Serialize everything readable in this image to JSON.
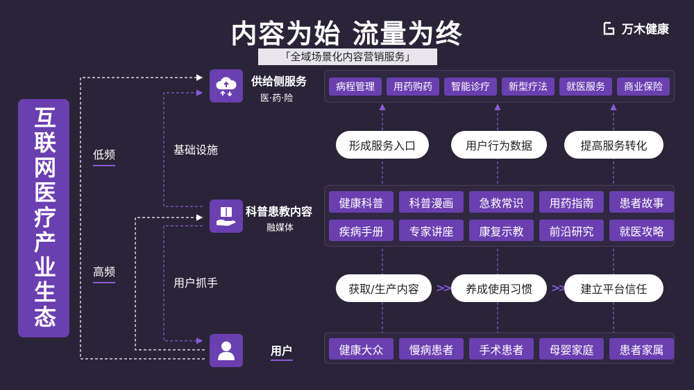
{
  "title": "内容为始  流量为终",
  "subtitle": "「全域场景化内容营销服务」",
  "brand": {
    "name": "万木健康"
  },
  "side_label": "互联网医疗产业生态",
  "freq": {
    "low": "低频",
    "high": "高频"
  },
  "notes": {
    "infra": "基础设施",
    "grab": "用户抓手"
  },
  "nodes": {
    "supply": {
      "label": "供给侧服务",
      "sub": "医·药·险",
      "icon": "cloud-upload-icon"
    },
    "content": {
      "label": "科普患教内容",
      "sub": "融媒体",
      "icon": "book-hand-icon"
    },
    "user": {
      "label": "用户",
      "icon": "user-icon"
    }
  },
  "supply_chips": [
    "病程管理",
    "用药购药",
    "智能诊疗",
    "新型疗法",
    "就医服务",
    "商业保险"
  ],
  "mid_pills": [
    "形成服务入口",
    "用户行为数据",
    "提高服务转化"
  ],
  "content_chips": [
    [
      "健康科普",
      "科普漫画",
      "急救常识",
      "用药指南",
      "患者故事"
    ],
    [
      "疾病手册",
      "专家讲座",
      "康复示教",
      "前沿研究",
      "就医攻略"
    ]
  ],
  "lower_pills": [
    "获取/生产内容",
    "养成使用习惯",
    "建立平台信任"
  ],
  "user_chips": [
    "健康大众",
    "慢病患者",
    "手术患者",
    "母婴家庭",
    "患者家属"
  ],
  "colors": {
    "background": "#2a2438",
    "accent": "#6a3fb0",
    "line": "#8a5ad8"
  }
}
